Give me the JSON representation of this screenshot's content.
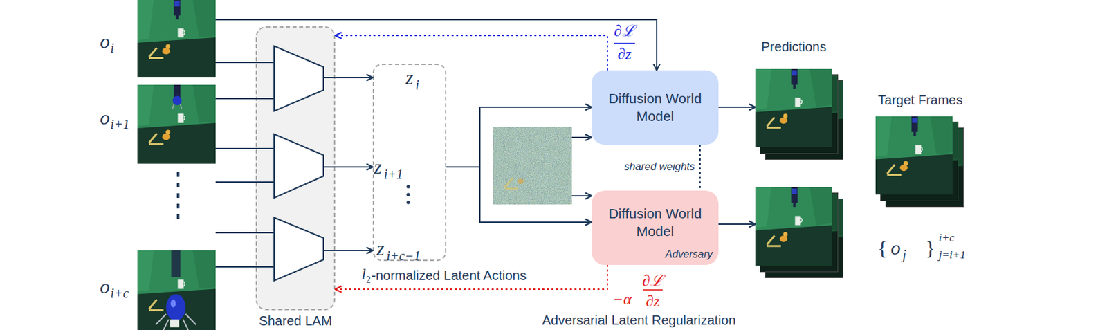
{
  "diagram": {
    "nodes": [
      {
        "text": [
          "o",
          "i"
        ]
      },
      {
        "text": [
          "o",
          "i+1"
        ]
      },
      {
        "text": [
          "o",
          "i+c"
        ]
      },
      {
        "text": [
          "Shared LAM"
        ]
      },
      {
        "text": [
          "z",
          "i",
          "z",
          "i+1",
          "z",
          "i+c−1",
          "l",
          "2",
          "-normalized Latent Actions"
        ]
      },
      {
        "text": [
          "Diffusion World Model"
        ]
      },
      {
        "text": [
          "Diffusion World Model",
          "Adversary"
        ]
      },
      {
        "text": [
          "Predictions"
        ]
      },
      {
        "text": [
          "Target Frames",
          "{",
          "o",
          "j",
          "}",
          "i+c",
          "j=i+1"
        ]
      }
    ],
    "edges": [
      {
        "from": 0,
        "to": 5,
        "arrow": "to"
      },
      {
        "from": 0,
        "to": 3,
        "arrow": "none"
      },
      {
        "from": 1,
        "to": 3,
        "arrow": "none"
      },
      {
        "from": 2,
        "to": 3,
        "arrow": "none"
      },
      {
        "from": 3,
        "to": 4,
        "arrow": "to"
      },
      {
        "from": 4,
        "to": 5,
        "arrow": "to"
      },
      {
        "from": 4,
        "to": 6,
        "arrow": "to"
      },
      {
        "from": 5,
        "to": 7,
        "arrow": "to"
      },
      {
        "from": 5,
        "to": 3,
        "arrow": "to"
      },
      {
        "from": 6,
        "to": 3,
        "arrow": "to"
      },
      {
        "from": 5,
        "to": 6,
        "label": "shared weights",
        "arrow": "none"
      }
    ],
    "labels": [
      "∂ℒ",
      "∂z",
      "−α",
      "∂ℒ",
      "∂z",
      "Adversarial Latent Regularization"
    ]
  }
}
